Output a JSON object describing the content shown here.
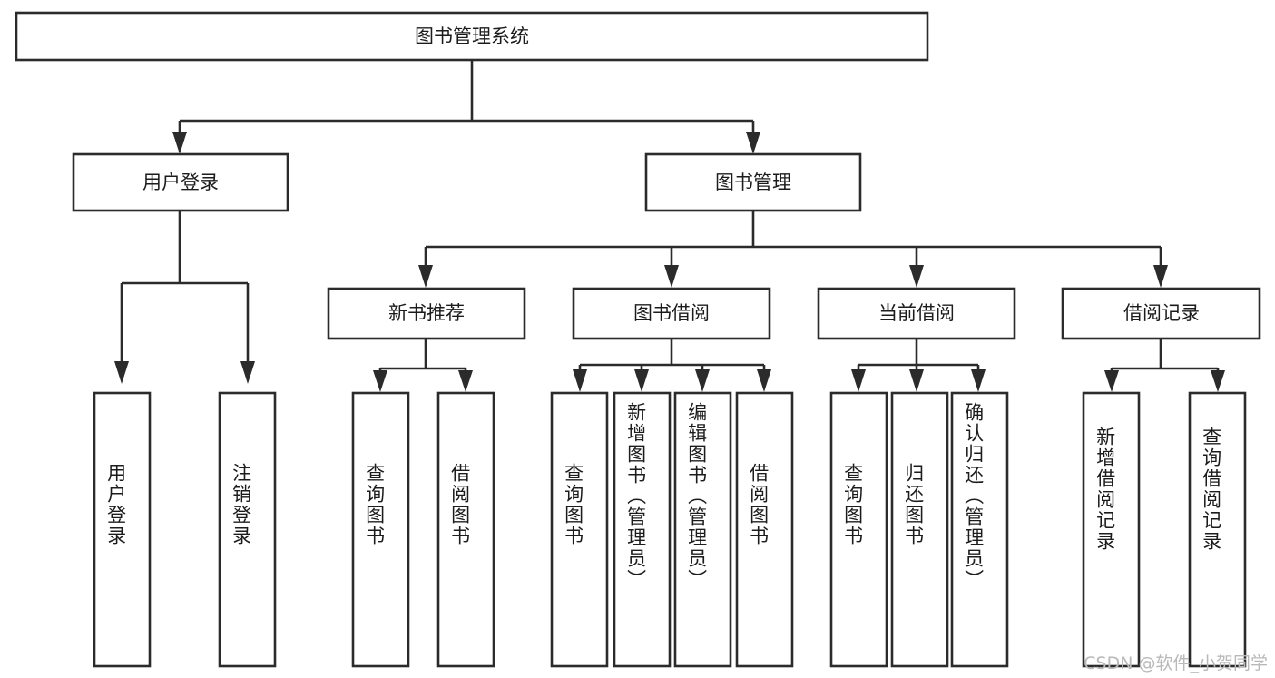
{
  "diagram": {
    "type": "tree-hierarchy-functional-decomposition",
    "orientation": "top-down",
    "root": {
      "id": "root",
      "label": "图书管理系统"
    },
    "level2": [
      {
        "id": "user-login",
        "label": "用户登录"
      },
      {
        "id": "book-manage",
        "label": "图书管理"
      }
    ],
    "level3": [
      {
        "id": "new-book-rec",
        "label": "新书推荐",
        "parent": "book-manage"
      },
      {
        "id": "book-borrow",
        "label": "图书借阅",
        "parent": "book-manage"
      },
      {
        "id": "current-borrow",
        "label": "当前借阅",
        "parent": "book-manage"
      },
      {
        "id": "borrow-record",
        "label": "借阅记录",
        "parent": "book-manage"
      }
    ],
    "leaves": [
      {
        "id": "leaf-user-login",
        "label": "用户登录",
        "parent": "user-login"
      },
      {
        "id": "leaf-logout",
        "label": "注销登录",
        "parent": "user-login"
      },
      {
        "id": "leaf-query-book-1",
        "label": "查询图书",
        "parent": "new-book-rec"
      },
      {
        "id": "leaf-borrow-book-1",
        "label": "借阅图书",
        "parent": "new-book-rec"
      },
      {
        "id": "leaf-query-book-2",
        "label": "查询图书",
        "parent": "book-borrow"
      },
      {
        "id": "leaf-add-book",
        "label": "新增图书（管理员）",
        "parent": "book-borrow"
      },
      {
        "id": "leaf-edit-book",
        "label": "编辑图书（管理员）",
        "parent": "book-borrow"
      },
      {
        "id": "leaf-borrow-book-2",
        "label": "借阅图书",
        "parent": "book-borrow"
      },
      {
        "id": "leaf-query-book-3",
        "label": "查询图书",
        "parent": "current-borrow"
      },
      {
        "id": "leaf-return-book",
        "label": "归还图书",
        "parent": "current-borrow"
      },
      {
        "id": "leaf-confirm-return",
        "label": "确认归还（管理员）",
        "parent": "current-borrow"
      },
      {
        "id": "leaf-add-record",
        "label": "新增借阅记录",
        "parent": "borrow-record"
      },
      {
        "id": "leaf-query-record",
        "label": "查询借阅记录",
        "parent": "borrow-record"
      }
    ],
    "colors": {
      "stroke": "#2b2b2b",
      "fill": "#ffffff",
      "text": "#1c1c1c",
      "background": "#ffffff",
      "watermark": "#b9b9b9"
    }
  },
  "watermark": {
    "text": "CSDN @软件_小贺同学"
  }
}
